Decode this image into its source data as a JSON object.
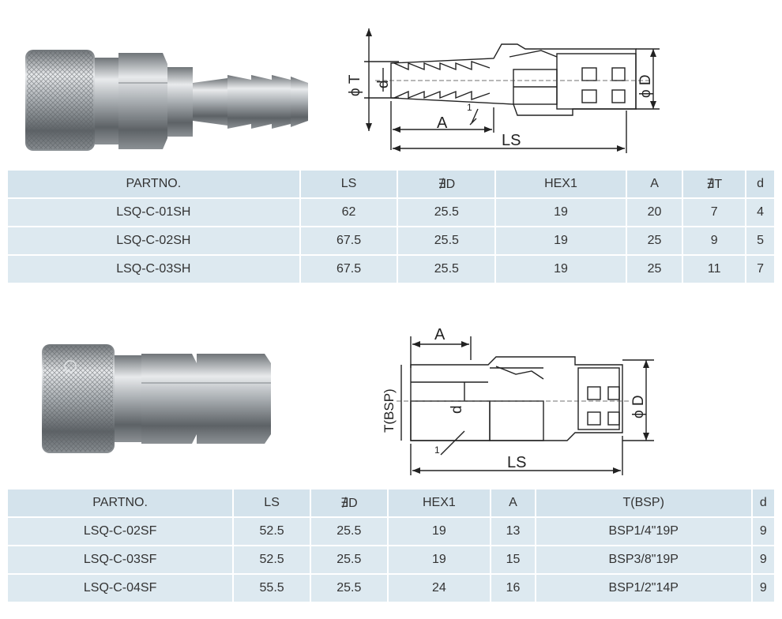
{
  "tables": [
    {
      "headers": [
        "PARTNO.",
        "LS",
        "∄D",
        "HEX1",
        "A",
        "∄T",
        "d"
      ],
      "rows": [
        [
          "LSQ-C-01SH",
          "62",
          "25.5",
          "19",
          "20",
          "7",
          "4"
        ],
        [
          "LSQ-C-02SH",
          "67.5",
          "25.5",
          "19",
          "25",
          "9",
          "5"
        ],
        [
          "LSQ-C-03SH",
          "67.5",
          "25.5",
          "19",
          "25",
          "11",
          "7"
        ]
      ]
    },
    {
      "headers": [
        "PARTNO.",
        "LS",
        "∄D",
        "HEX1",
        "A",
        "T(BSP)",
        "d"
      ],
      "rows": [
        [
          "LSQ-C-02SF",
          "52.5",
          "25.5",
          "19",
          "13",
          "BSP1/4\"19P",
          "9"
        ],
        [
          "LSQ-C-03SF",
          "52.5",
          "25.5",
          "19",
          "15",
          "BSP3/8\"19P",
          "9"
        ],
        [
          "LSQ-C-04SF",
          "55.5",
          "25.5",
          "24",
          "16",
          "BSP1/2\"14P",
          "9"
        ]
      ]
    }
  ],
  "drawings": [
    {
      "labels": {
        "phiT": "ϕ T",
        "d": "d",
        "phiD": "ϕ D",
        "A": "A",
        "LS": "LS",
        "hex": "1"
      }
    },
    {
      "labels": {
        "A": "A",
        "tbsp": "T(BSP)",
        "d": "d",
        "phiD": "ϕ D",
        "LS": "LS",
        "hex": "1"
      }
    }
  ]
}
